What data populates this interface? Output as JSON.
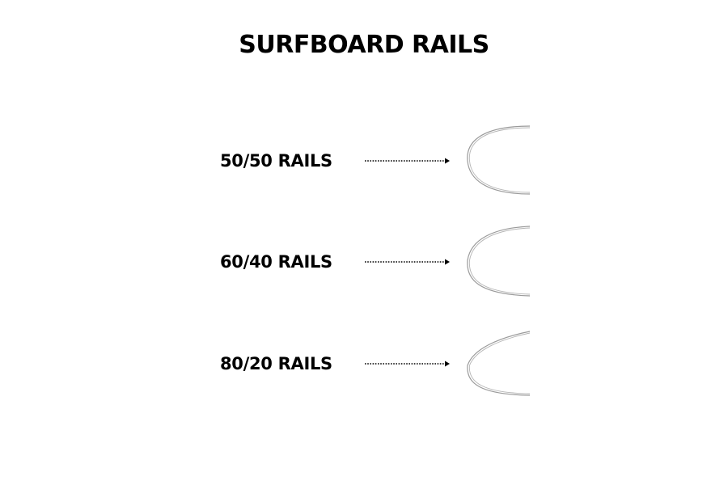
{
  "title": "SURFBOARD RAILS",
  "rails": [
    {
      "label": "50/50 RAILS",
      "split": [
        50,
        50
      ]
    },
    {
      "label": "60/40 RAILS",
      "split": [
        60,
        40
      ]
    },
    {
      "label": "80/20 RAILS",
      "split": [
        80,
        20
      ]
    }
  ],
  "colors": {
    "text": "#000000",
    "rail_outline": "#9a9a9a",
    "background": "#ffffff"
  },
  "icons": {
    "arrow": "dotted-arrow-right-icon"
  }
}
